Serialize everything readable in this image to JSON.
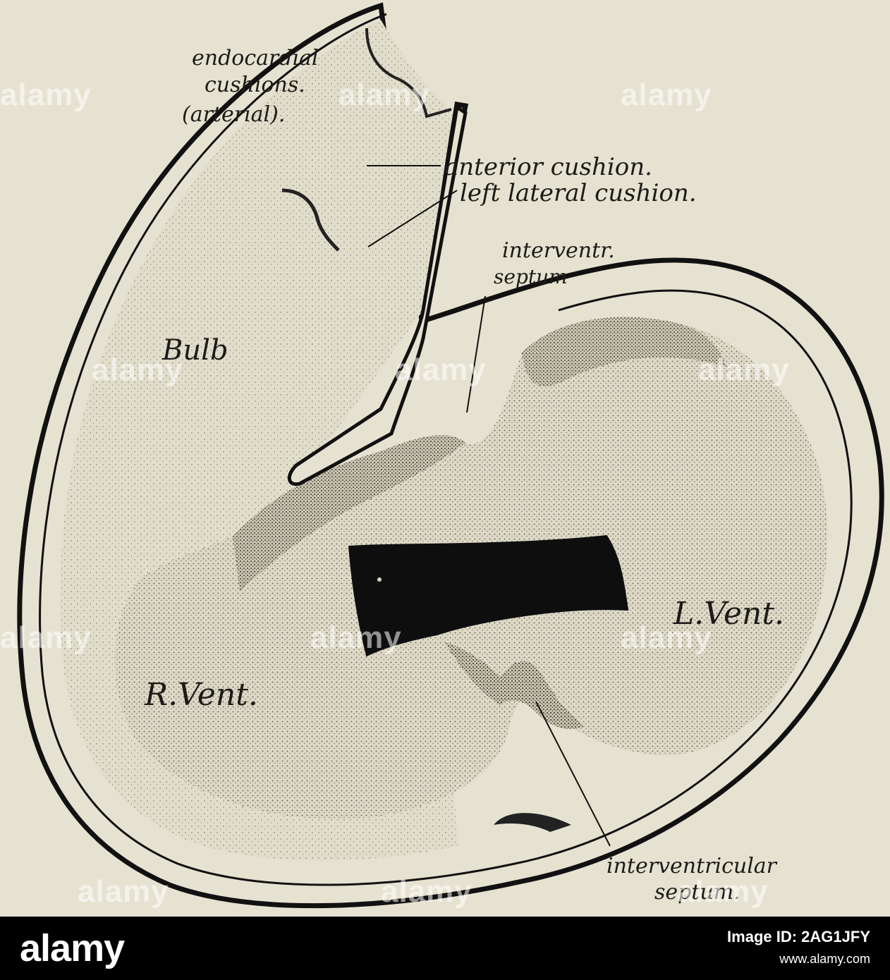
{
  "figure": {
    "labels": {
      "endocardial_1": "endocardial",
      "endocardial_2": "cushions.",
      "endocardial_3": "(arterial).",
      "anterior_cushion": "anterior cushion.",
      "left_lateral_cushion": "left lateral cushion.",
      "interventr_1": "interventr.",
      "interventr_2": "septum",
      "bulb": "Bulb",
      "l_vent": "L.Vent.",
      "r_vent": "R.Vent.",
      "interventricular_1": "interventricular",
      "interventricular_2": "septum."
    },
    "watermark": "alamy"
  },
  "footer": {
    "logo": "alamy",
    "image_id": "Image ID: 2AG1JFY",
    "url": "www.alamy.com"
  }
}
